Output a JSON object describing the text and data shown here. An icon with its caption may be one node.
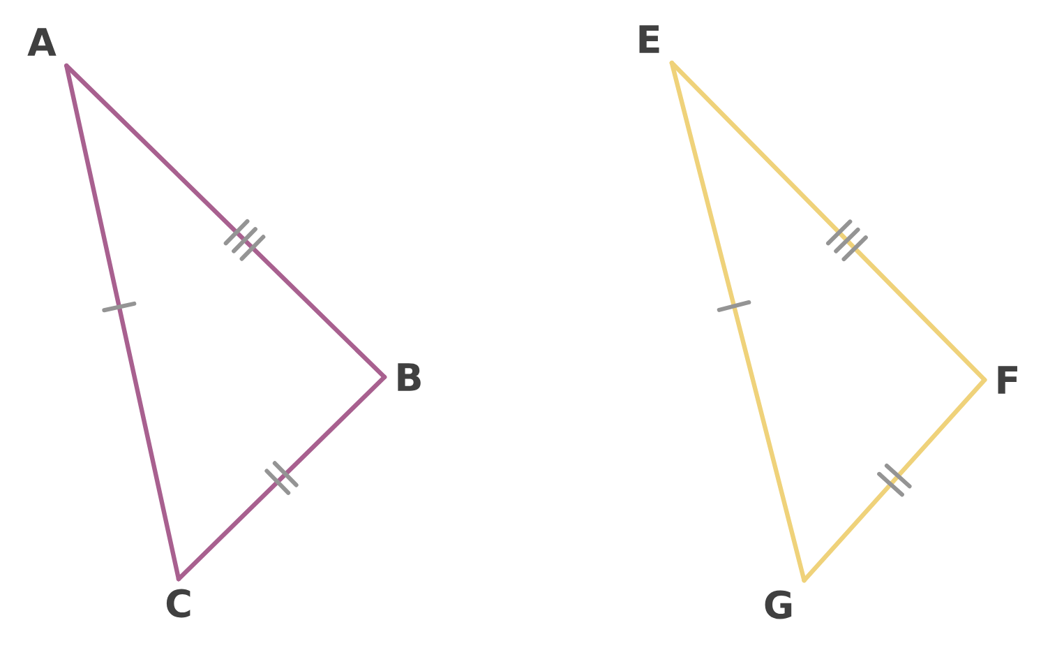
{
  "diagram": {
    "nodes": [
      {
        "text": [
          "A"
        ]
      },
      {
        "text": [
          "B"
        ]
      },
      {
        "text": [
          "C"
        ]
      },
      {
        "text": [
          "E"
        ]
      },
      {
        "text": [
          "F"
        ]
      },
      {
        "text": [
          "G"
        ]
      }
    ],
    "edges": [
      {
        "from": 0,
        "to": 1,
        "arrow": "none",
        "color": "#a8608f"
      },
      {
        "from": 1,
        "to": 2,
        "arrow": "none",
        "color": "#a8608f"
      },
      {
        "from": 2,
        "to": 0,
        "arrow": "none",
        "color": "#a8608f"
      },
      {
        "from": 3,
        "to": 4,
        "arrow": "none",
        "color": "#efd27a"
      },
      {
        "from": 4,
        "to": 5,
        "arrow": "none",
        "color": "#efd27a"
      },
      {
        "from": 5,
        "to": 3,
        "arrow": "none",
        "color": "#efd27a"
      }
    ]
  }
}
